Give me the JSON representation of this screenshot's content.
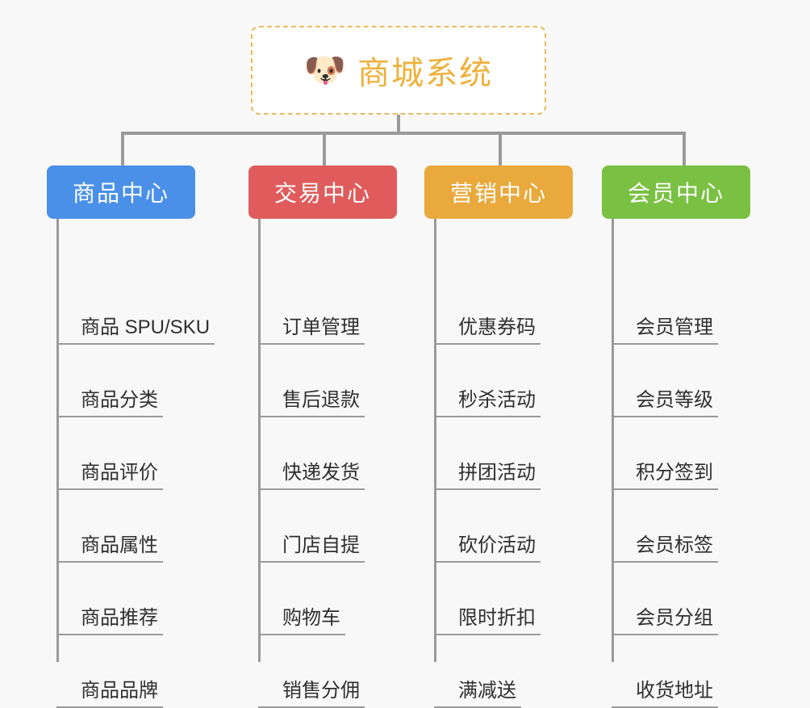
{
  "diagram": {
    "type": "mindmap-tree",
    "background_color": "#f8f8f8",
    "root": {
      "icon": "shiba-dog-emoji",
      "icon_glyph": "🐶",
      "title": "商城系统",
      "text_color": "#efb13c",
      "border_color": "#edb95e",
      "fill_color": "#ffffff"
    },
    "connector_color": "#9a9a9a",
    "branches": [
      {
        "label": "商品中心",
        "color": "#4a90e8",
        "items": [
          "商品 SPU/SKU",
          "商品分类",
          "商品评价",
          "商品属性",
          "商品推荐",
          "商品品牌"
        ]
      },
      {
        "label": "交易中心",
        "color": "#e05c5c",
        "items": [
          "订单管理",
          "售后退款",
          "快递发货",
          "门店自提",
          "购物车",
          "销售分佣"
        ]
      },
      {
        "label": "营销中心",
        "color": "#e9a93c",
        "items": [
          "优惠券码",
          "秒杀活动",
          "拼团活动",
          "砍价活动",
          "限时折扣",
          "满减送"
        ]
      },
      {
        "label": "会员中心",
        "color": "#7ac143",
        "items": [
          "会员管理",
          "会员等级",
          "积分签到",
          "会员标签",
          "会员分组",
          "收货地址"
        ]
      }
    ]
  }
}
